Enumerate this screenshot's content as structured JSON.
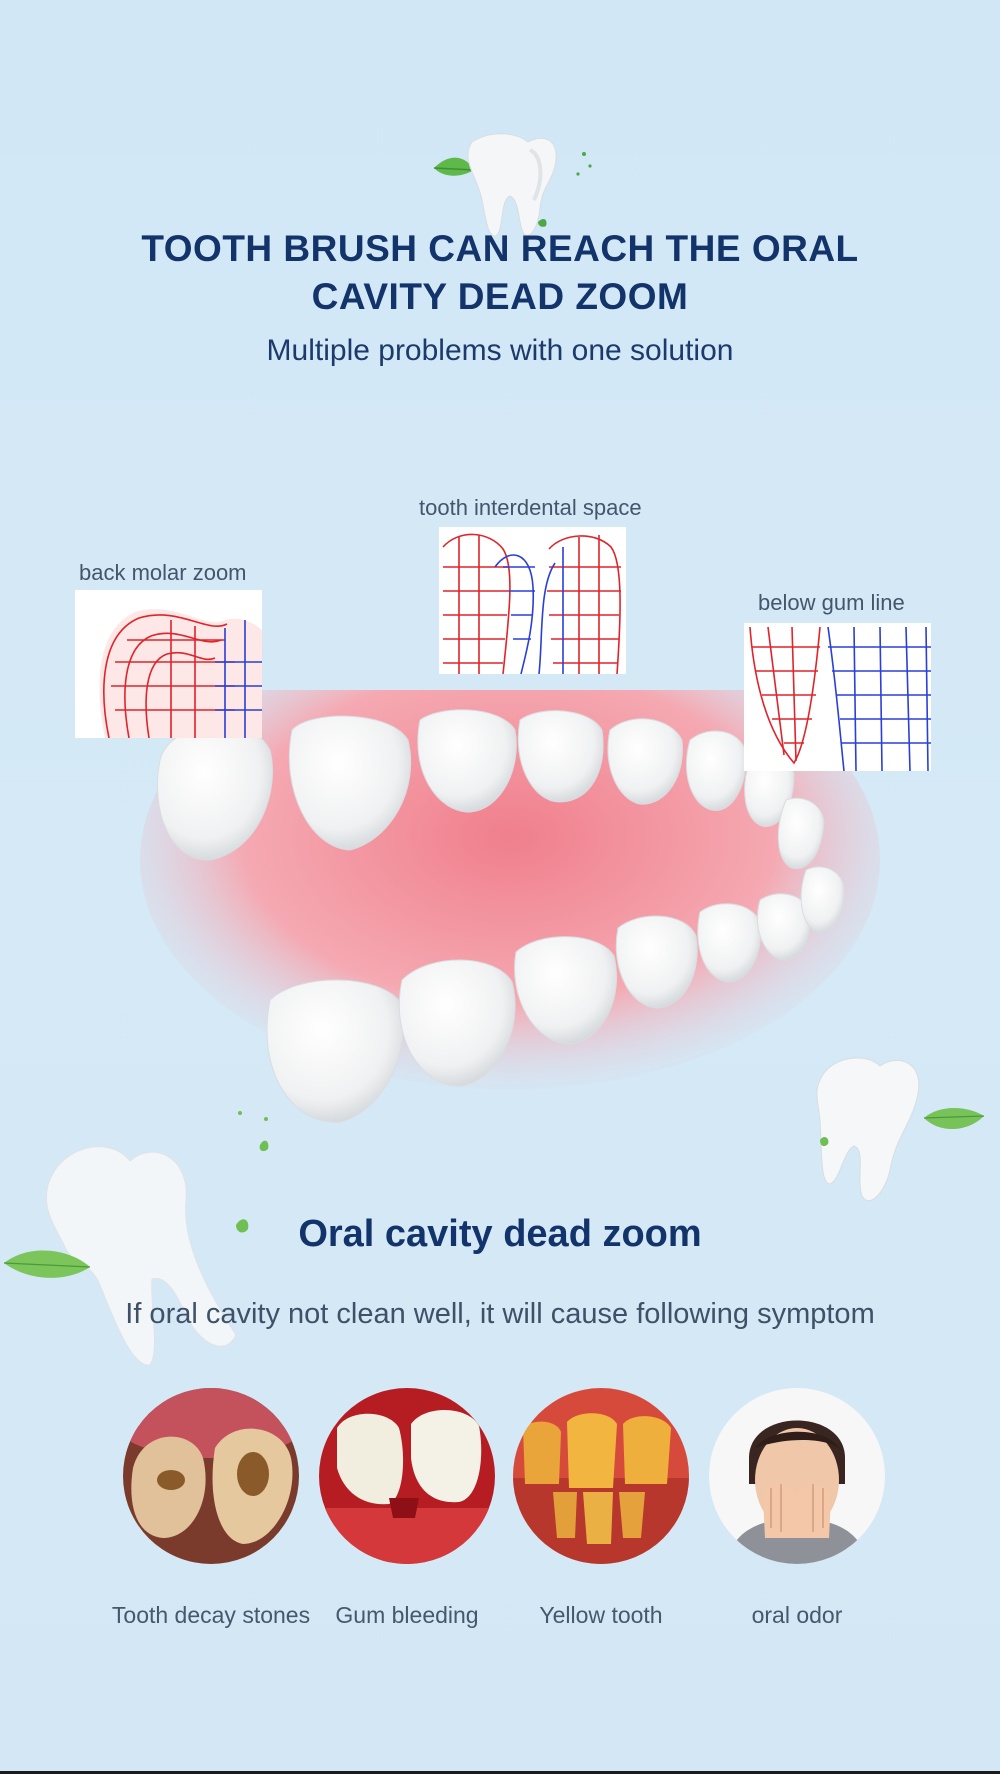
{
  "header": {
    "title_line1": "TOOTH BRUSH CAN REACH THE ORAL",
    "title_line2": "CAVITY DEAD ZOOM",
    "subtitle": "Multiple problems with one solution"
  },
  "zones": [
    {
      "label": "back molar zoom"
    },
    {
      "label": "tooth interdental space"
    },
    {
      "label": "below gum line"
    }
  ],
  "section": {
    "title": "Oral cavity dead zoom",
    "subtitle": "If oral cavity not clean well, it will cause following symptom"
  },
  "symptoms": [
    {
      "label": "Tooth decay stones"
    },
    {
      "label": "Gum bleeding"
    },
    {
      "label": "Yellow tooth"
    },
    {
      "label": "oral odor"
    }
  ],
  "colors": {
    "background": "#d4e8f6",
    "title": "#13346a",
    "gum": "#f0909a",
    "mesh_red": "#e0242a",
    "mesh_blue": "#2a3fd8"
  }
}
